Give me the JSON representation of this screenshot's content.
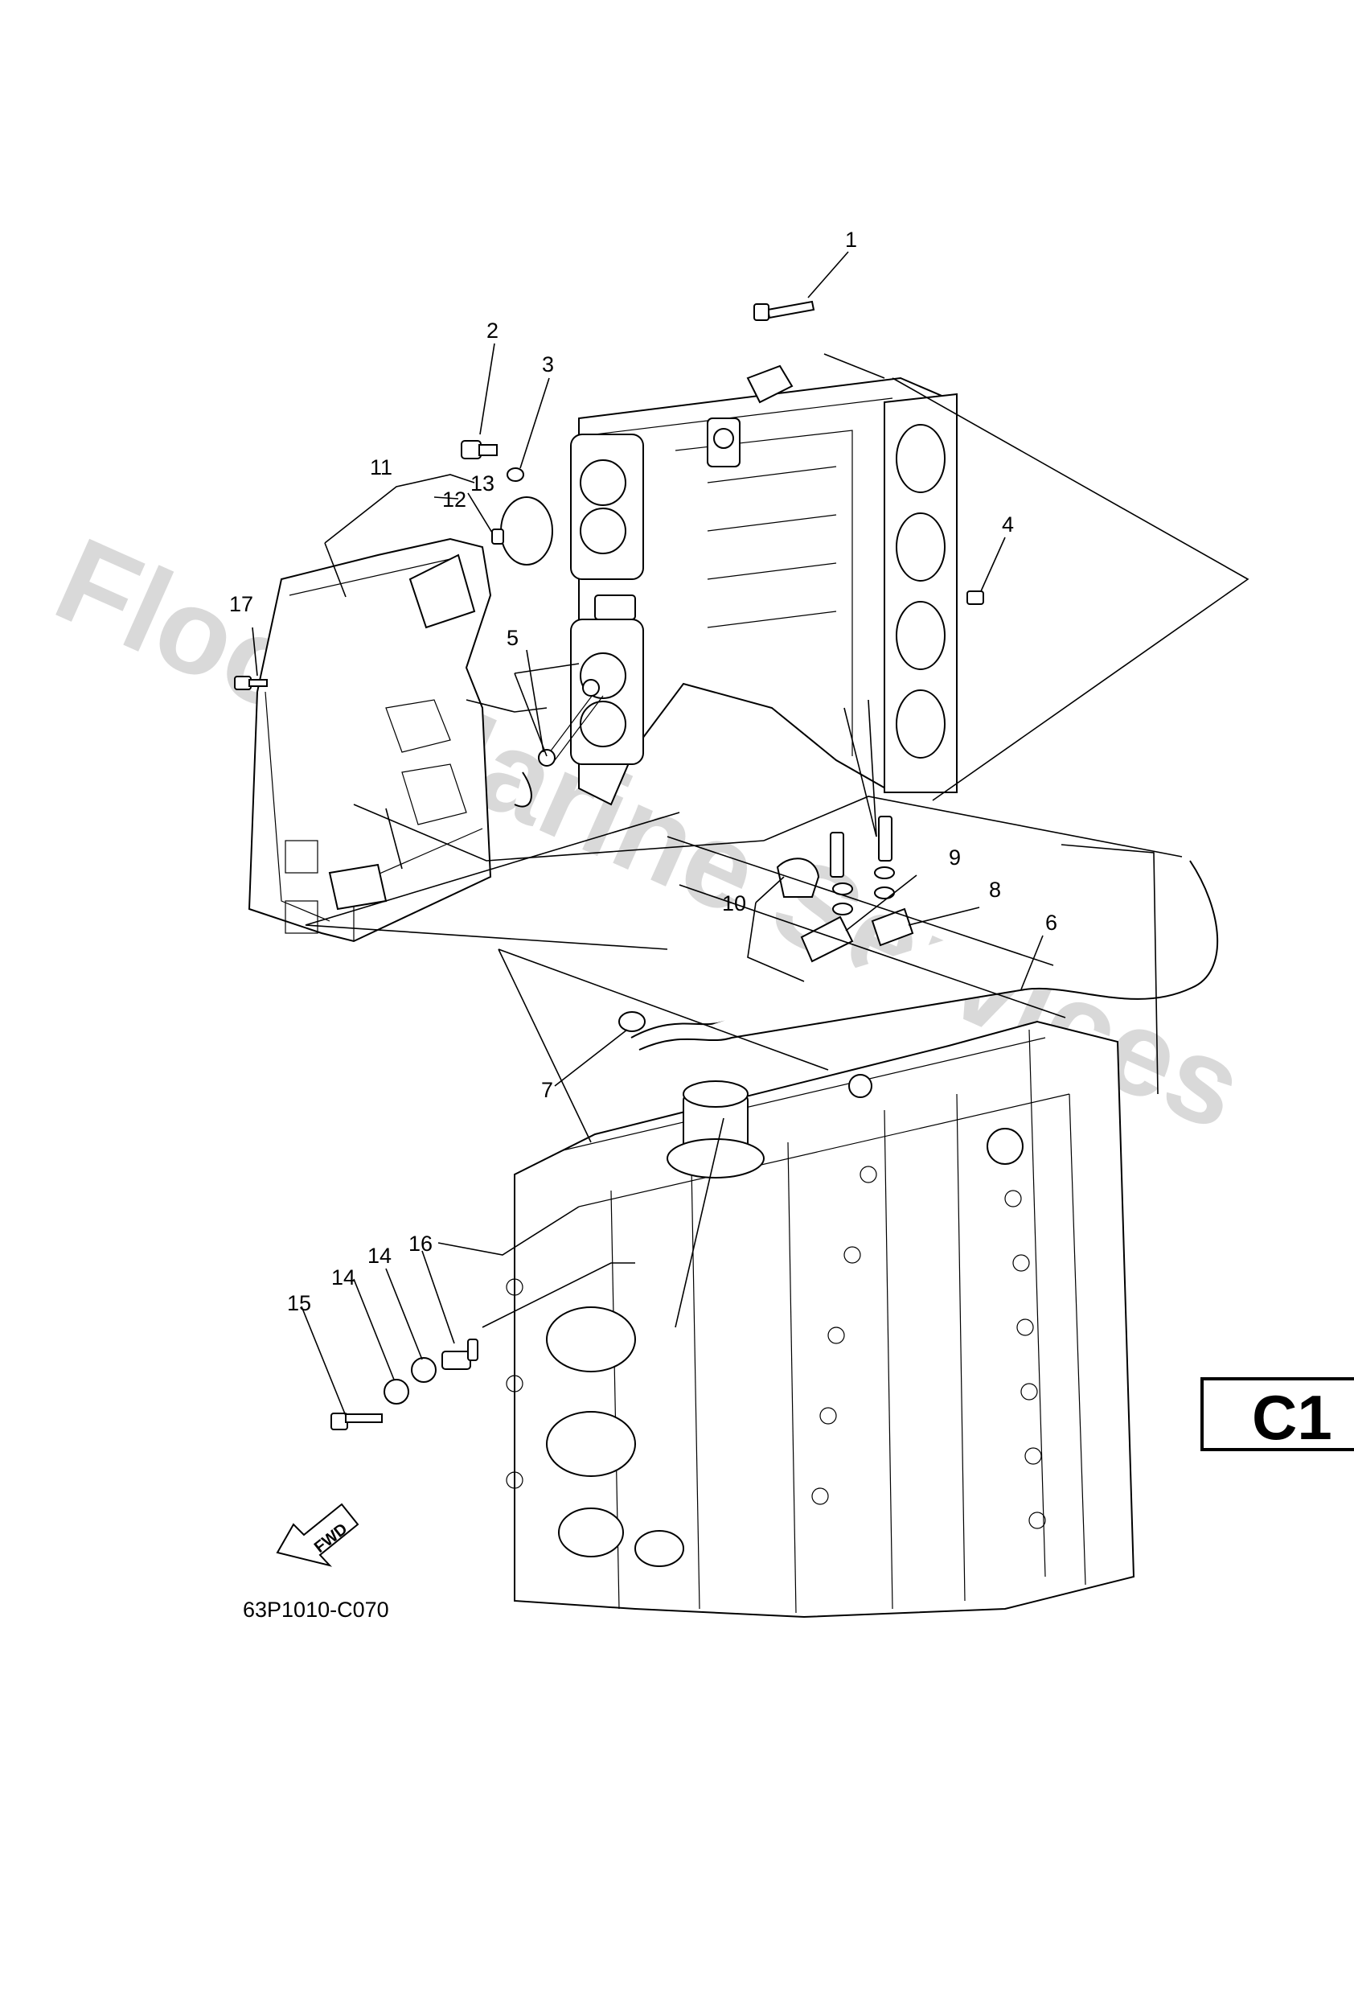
{
  "callouts": [
    {
      "id": "1",
      "label": "1"
    },
    {
      "id": "2",
      "label": "2"
    },
    {
      "id": "3",
      "label": "3"
    },
    {
      "id": "4",
      "label": "4"
    },
    {
      "id": "5",
      "label": "5"
    },
    {
      "id": "6",
      "label": "6"
    },
    {
      "id": "7",
      "label": "7"
    },
    {
      "id": "8",
      "label": "8"
    },
    {
      "id": "9",
      "label": "9"
    },
    {
      "id": "10",
      "label": "10"
    },
    {
      "id": "11",
      "label": "11"
    },
    {
      "id": "12",
      "label": "12"
    },
    {
      "id": "13",
      "label": "13"
    },
    {
      "id": "14a",
      "label": "14"
    },
    {
      "id": "14b",
      "label": "14"
    },
    {
      "id": "15",
      "label": "15"
    },
    {
      "id": "16",
      "label": "16"
    },
    {
      "id": "17",
      "label": "17"
    }
  ],
  "fwd_label": "FWD",
  "diagram_code": "63P1010-C070",
  "page_tag": "C1",
  "watermark": "Flood Marine Services"
}
